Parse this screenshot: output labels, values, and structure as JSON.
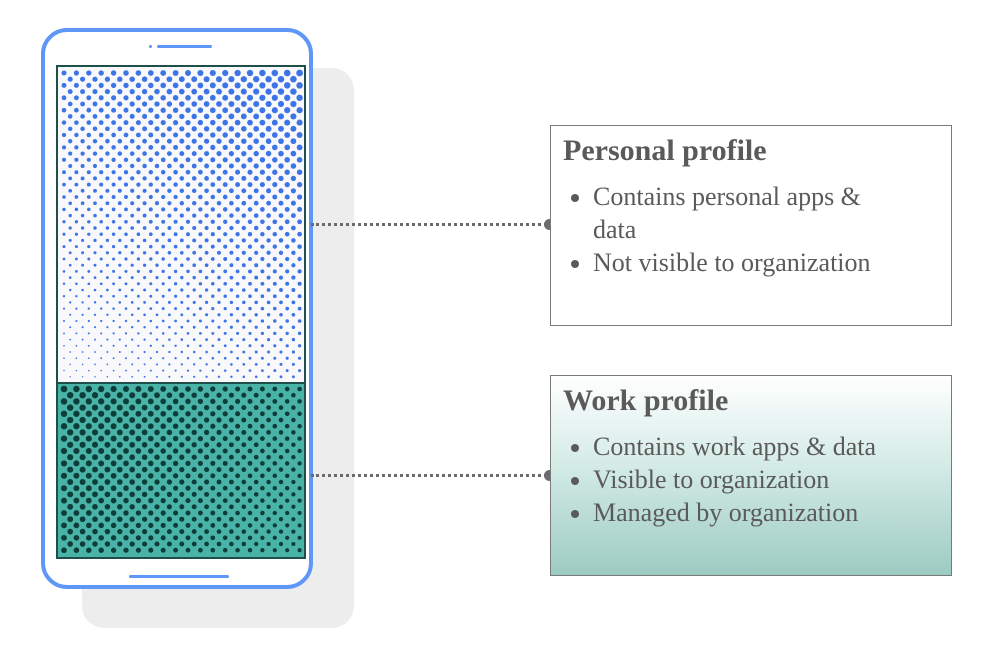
{
  "colors": {
    "phone_outline": "#5e97f6",
    "personal_dots": "#3d74e6",
    "work_fill": "#4ab3a8",
    "work_dots": "#0d3d38",
    "connector": "#6b6b6b",
    "text": "#5a5a5a"
  },
  "profiles": {
    "personal": {
      "title": "Personal profile",
      "items": [
        "Contains personal apps & data",
        "Not visible to organization"
      ]
    },
    "work": {
      "title": "Work profile",
      "items": [
        "Contains work apps & data",
        "Visible to organization",
        "Managed by organization"
      ]
    }
  }
}
